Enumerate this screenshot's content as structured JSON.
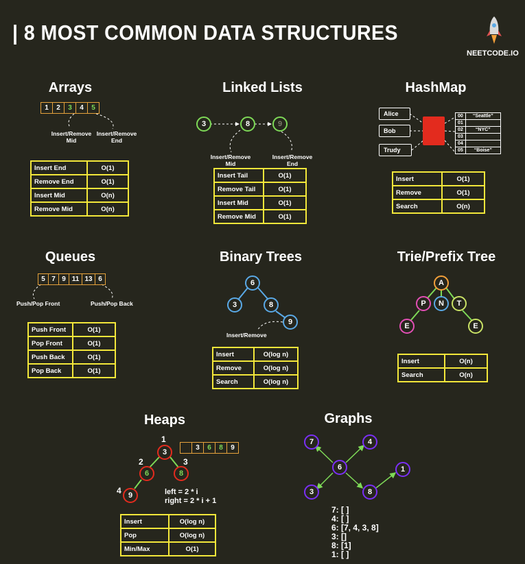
{
  "title": "| 8 MOST COMMON DATA STRUCTURES",
  "brand": "NEETCODE.IO",
  "colors": {
    "background": "#26261d",
    "table_border": "#f3e73a",
    "array_border": "#e6a23c",
    "highlight": "#7ed957",
    "hash_red": "#e32b1e",
    "graph_node": "#7b2ff7"
  },
  "arrays": {
    "title": "Arrays",
    "cells": [
      "1",
      "2",
      "3",
      "4",
      "5"
    ],
    "label_mid": "Insert/Remove\nMid",
    "label_end": "Insert/Remove\nEnd",
    "ops": [
      [
        "Insert End",
        "O(1)"
      ],
      [
        "Remove End",
        "O(1)"
      ],
      [
        "Insert Mid",
        "O(n)"
      ],
      [
        "Remove Mid",
        "O(n)"
      ]
    ]
  },
  "linked_lists": {
    "title": "Linked Lists",
    "nodes": [
      "3",
      "8",
      "9"
    ],
    "label_mid": "Insert/Remove\nMid",
    "label_end": "Insert/Remove\nEnd",
    "ops": [
      [
        "Insert Tail",
        "O(1)"
      ],
      [
        "Remove Tail",
        "O(1)"
      ],
      [
        "Insert Mid",
        "O(1)"
      ],
      [
        "Remove Mid",
        "O(1)"
      ]
    ]
  },
  "hashmap": {
    "title": "HashMap",
    "keys": [
      "Alice",
      "Bob",
      "Trudy"
    ],
    "buckets": [
      [
        "00",
        "“Seattle”"
      ],
      [
        "01",
        ""
      ],
      [
        "02",
        "“NYC”"
      ],
      [
        "03",
        ""
      ],
      [
        "04",
        ""
      ],
      [
        "05",
        "“Boise”"
      ]
    ],
    "ops": [
      [
        "Insert",
        "O(1)"
      ],
      [
        "Remove",
        "O(1)"
      ],
      [
        "Search",
        "O(n)"
      ]
    ]
  },
  "queues": {
    "title": "Queues",
    "cells": [
      "5",
      "7",
      "9",
      "11",
      "13",
      "6"
    ],
    "label_front": "Push/Pop Front",
    "label_back": "Push/Pop Back",
    "ops": [
      [
        "Push Front",
        "O(1)"
      ],
      [
        "Pop Front",
        "O(1)"
      ],
      [
        "Push Back",
        "O(1)"
      ],
      [
        "Pop Back",
        "O(1)"
      ]
    ]
  },
  "binary_trees": {
    "title": "Binary Trees",
    "nodes": [
      "6",
      "3",
      "8",
      "9"
    ],
    "label": "Insert/Remove",
    "ops": [
      [
        "Insert",
        "O(log n)"
      ],
      [
        "Remove",
        "O(log n)"
      ],
      [
        "Search",
        "O(log n)"
      ]
    ]
  },
  "trie": {
    "title": "Trie/Prefix Tree",
    "nodes": [
      "A",
      "P",
      "N",
      "T",
      "E",
      "E"
    ],
    "ops": [
      [
        "Insert",
        "O(n)"
      ],
      [
        "Search",
        "O(n)"
      ]
    ]
  },
  "heaps": {
    "title": "Heaps",
    "nodes": [
      "3",
      "6",
      "8",
      "9"
    ],
    "indices": [
      "1",
      "2",
      "3",
      "4"
    ],
    "cells": [
      "",
      "3",
      "6",
      "8",
      "9"
    ],
    "formula1": "left = 2 * i",
    "formula2": "right = 2 * i + 1",
    "ops": [
      [
        "Insert",
        "O(log n)"
      ],
      [
        "Pop",
        "O(log n)"
      ],
      [
        "Min/Max",
        "O(1)"
      ]
    ]
  },
  "graphs": {
    "title": "Graphs",
    "nodes": [
      "7",
      "4",
      "6",
      "3",
      "8",
      "1"
    ],
    "adjacency": [
      "7: [ ]",
      "4: [ ]",
      "6: [7, 4, 3, 8]",
      "3: []",
      "8: [1]",
      "1: [ ]"
    ]
  }
}
